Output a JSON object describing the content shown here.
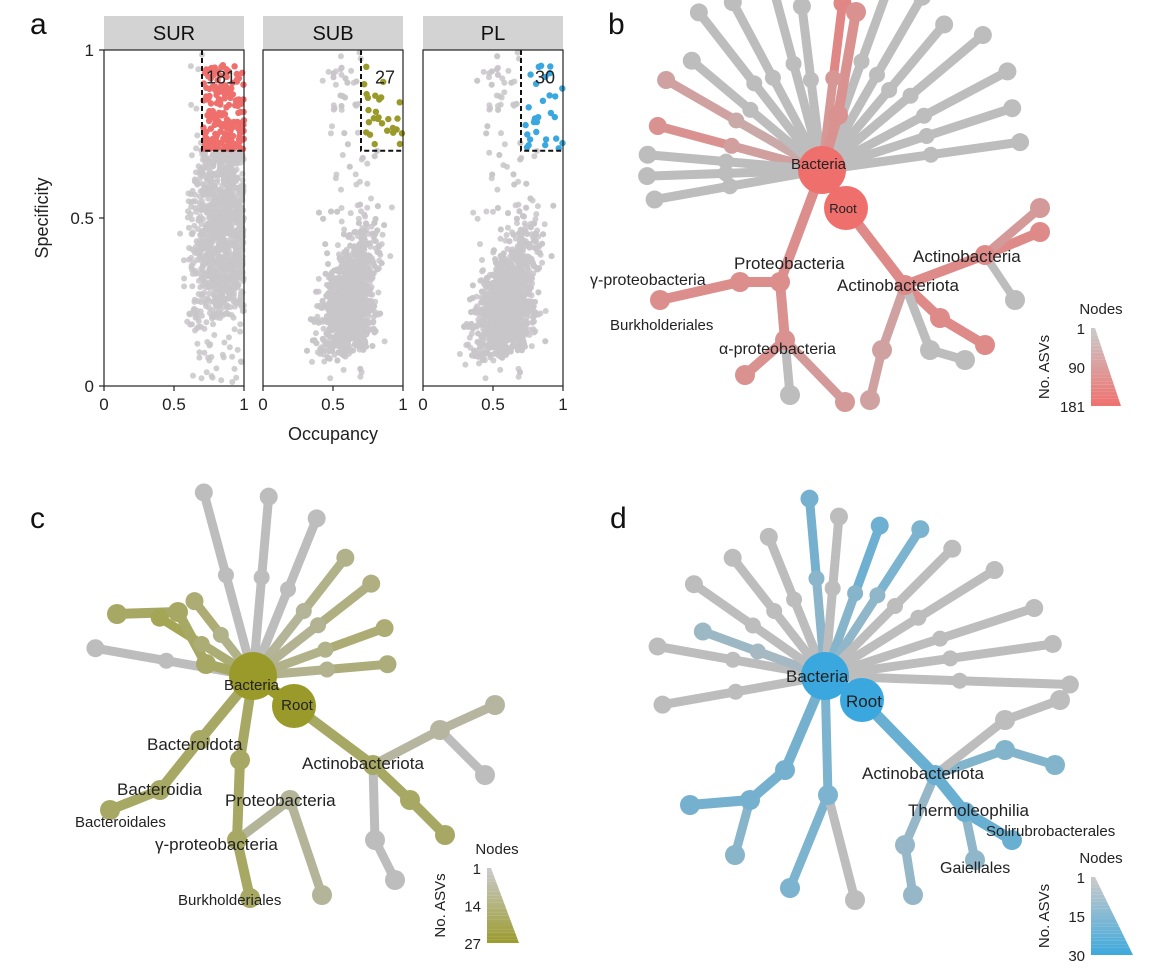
{
  "panels": {
    "a": "a",
    "b": "b",
    "c": "c",
    "d": "d"
  },
  "colors": {
    "SUR": "#ef6f6c",
    "SUB": "#9a9a2a",
    "PL": "#3aa8de",
    "gray_points": "#c8c5c8",
    "gray_edges": "#bdbdbd",
    "strip": "#d3d3d3"
  },
  "chart_data": [
    {
      "type": "scatter",
      "panel": "a",
      "xlabel": "Occupancy",
      "ylabel": "Specificity",
      "xlim": [
        0,
        1
      ],
      "ylim": [
        0,
        1
      ],
      "xticks": [
        "0",
        "0.5",
        "1"
      ],
      "yticks": [
        "0",
        "0.5",
        "1"
      ],
      "threshold": {
        "occupancy": 0.7,
        "specificity": 0.7
      },
      "facets": [
        {
          "name": "SUR",
          "specialist_count": "181",
          "color": "#ef6f6c",
          "specialists": 181
        },
        {
          "name": "SUB",
          "specialist_count": "27",
          "color": "#9a9a2a",
          "specialists": 27
        },
        {
          "name": "PL",
          "specialist_count": "30",
          "color": "#3aa8de",
          "specialists": 30
        }
      ]
    },
    {
      "type": "tree",
      "panel": "b",
      "color": "#ef6f6c",
      "legend": {
        "title": "Nodes",
        "axis": "No. ASVs",
        "ticks": [
          "1",
          "90",
          "181"
        ]
      },
      "labels": [
        "Bacteria",
        "Root",
        "Proteobacteria",
        "γ-proteobacteria",
        "Burkholderiales",
        "α-proteobacteria",
        "Actinobacteria",
        "Actinobacteriota"
      ]
    },
    {
      "type": "tree",
      "panel": "c",
      "color": "#9a9a2a",
      "legend": {
        "title": "Nodes",
        "axis": "No. ASVs",
        "ticks": [
          "1",
          "14",
          "27"
        ]
      },
      "labels": [
        "Bacteria",
        "Root",
        "Bacteroidota",
        "Bacteroidia",
        "Bacteroidales",
        "Proteobacteria",
        "γ-proteobacteria",
        "Burkholderiales",
        "Actinobacteriota"
      ]
    },
    {
      "type": "tree",
      "panel": "d",
      "color": "#3aa8de",
      "legend": {
        "title": "Nodes",
        "axis": "No. ASVs",
        "ticks": [
          "1",
          "15",
          "30"
        ]
      },
      "labels": [
        "Bacteria",
        "Root",
        "Actinobacteriota",
        "Thermoleophilia",
        "Solirubrobacterales",
        "Gaiellales"
      ]
    }
  ]
}
